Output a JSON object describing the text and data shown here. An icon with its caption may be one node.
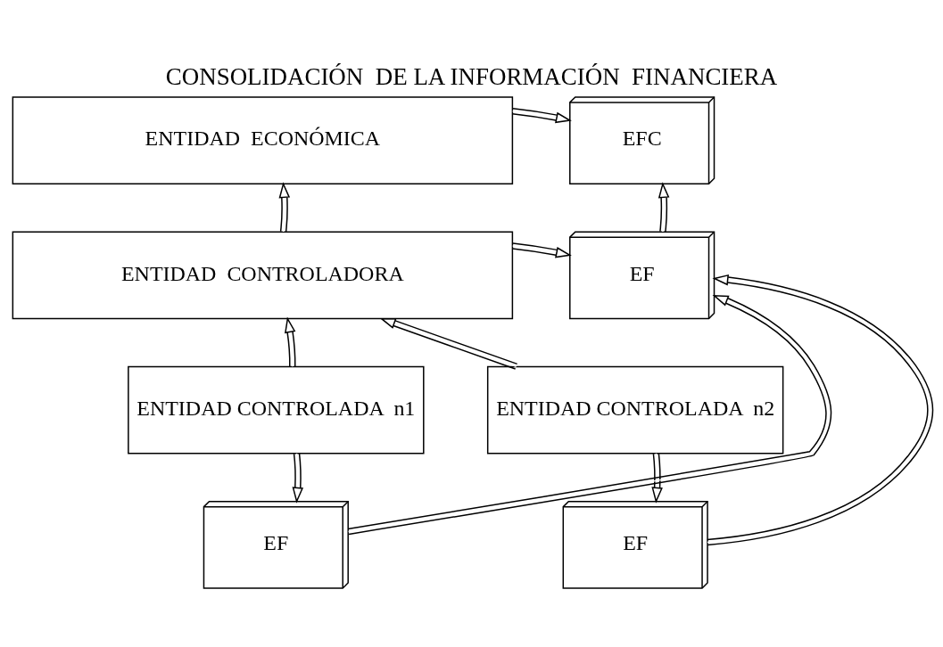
{
  "diagram": {
    "title": "CONSOLIDACIÓN  DE LA INFORMACIÓN  FINANCIERA",
    "nodes": [
      {
        "text": [
          "ENTIDAD  ECONÓMICA"
        ]
      },
      {
        "text": [
          "EFC"
        ]
      },
      {
        "text": [
          "ENTIDAD  CONTROLADORA"
        ]
      },
      {
        "text": [
          "EF"
        ]
      },
      {
        "text": [
          "ENTIDAD CONTROLADA  n1"
        ]
      },
      {
        "text": [
          "ENTIDAD CONTROLADA  n2"
        ]
      },
      {
        "text": [
          "EF"
        ]
      },
      {
        "text": [
          "EF"
        ]
      }
    ],
    "edges": [
      {
        "from": 0,
        "to": 1,
        "arrow": "to"
      },
      {
        "from": 2,
        "to": 0,
        "arrow": "to"
      },
      {
        "from": 2,
        "to": 3,
        "arrow": "to"
      },
      {
        "from": 3,
        "to": 1,
        "arrow": "to"
      },
      {
        "from": 4,
        "to": 2,
        "arrow": "to"
      },
      {
        "from": 5,
        "to": 2,
        "arrow": "to"
      },
      {
        "from": 4,
        "to": 6,
        "arrow": "to"
      },
      {
        "from": 5,
        "to": 7,
        "arrow": "to"
      },
      {
        "from": 6,
        "to": 3,
        "arrow": "to"
      },
      {
        "from": 7,
        "to": 3,
        "arrow": "to"
      }
    ]
  }
}
